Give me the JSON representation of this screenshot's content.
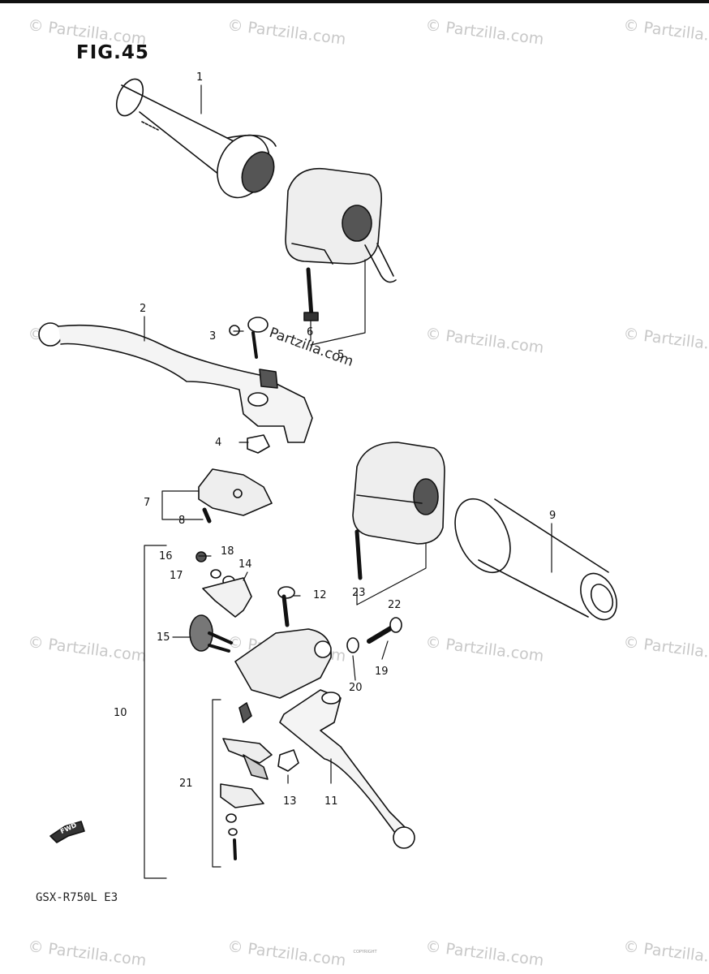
{
  "figure": {
    "title": "FIG.45",
    "model": "GSX-R750L E3",
    "footer": "COPYRIGHT"
  },
  "watermark": {
    "text": "© Partzilla.com",
    "center_text": "Partzilla.com"
  },
  "fwd_label": "FWD",
  "callouts": [
    {
      "id": "1",
      "label": "1"
    },
    {
      "id": "2",
      "label": "2"
    },
    {
      "id": "3",
      "label": "3"
    },
    {
      "id": "4",
      "label": "4"
    },
    {
      "id": "5",
      "label": "5"
    },
    {
      "id": "6",
      "label": "6"
    },
    {
      "id": "7",
      "label": "7"
    },
    {
      "id": "8",
      "label": "8"
    },
    {
      "id": "9",
      "label": "9"
    },
    {
      "id": "10",
      "label": "10"
    },
    {
      "id": "11",
      "label": "11"
    },
    {
      "id": "12",
      "label": "12"
    },
    {
      "id": "13",
      "label": "13"
    },
    {
      "id": "14",
      "label": "14"
    },
    {
      "id": "15",
      "label": "15"
    },
    {
      "id": "16",
      "label": "16"
    },
    {
      "id": "17",
      "label": "17"
    },
    {
      "id": "18",
      "label": "18"
    },
    {
      "id": "19",
      "label": "19"
    },
    {
      "id": "20",
      "label": "20"
    },
    {
      "id": "21",
      "label": "21"
    },
    {
      "id": "22",
      "label": "22"
    },
    {
      "id": "23",
      "label": "23"
    }
  ],
  "colors": {
    "ink": "#111111",
    "watermark": "#c8c8c8"
  }
}
